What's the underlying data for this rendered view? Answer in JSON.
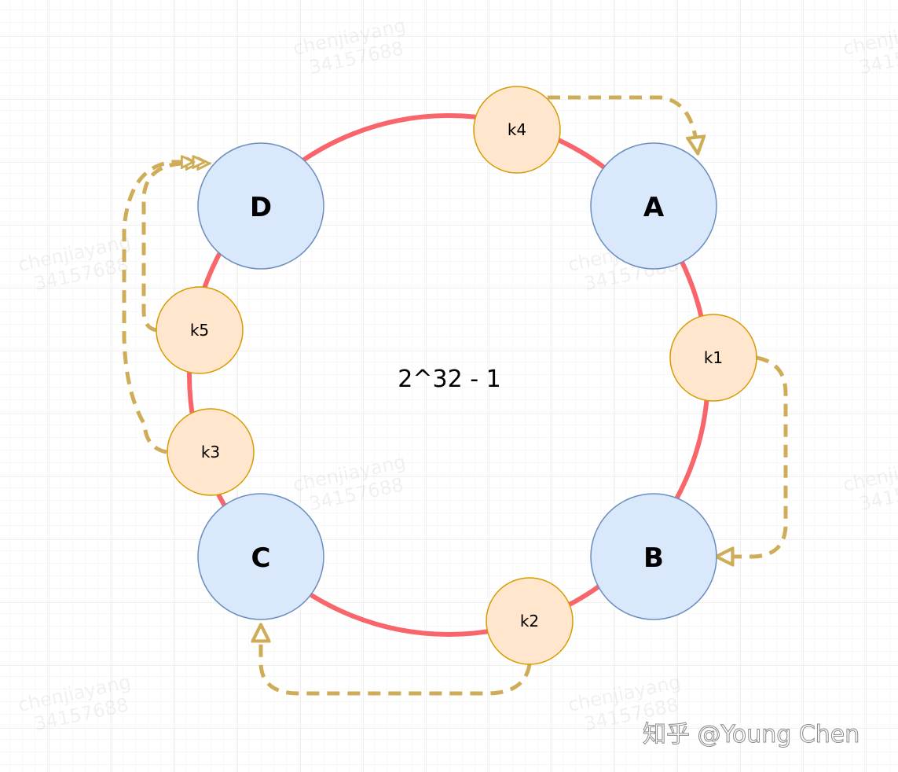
{
  "diagram": {
    "title": "Consistent hashing ring",
    "ring_label": "2^32 - 1",
    "nodes": [
      {
        "id": "A",
        "label": "A"
      },
      {
        "id": "B",
        "label": "B"
      },
      {
        "id": "C",
        "label": "C"
      },
      {
        "id": "D",
        "label": "D"
      }
    ],
    "keys": [
      {
        "id": "k1",
        "label": "k1",
        "maps_to": "B"
      },
      {
        "id": "k2",
        "label": "k2",
        "maps_to": "C"
      },
      {
        "id": "k3",
        "label": "k3",
        "maps_to": "D"
      },
      {
        "id": "k4",
        "label": "k4",
        "maps_to": "A"
      },
      {
        "id": "k5",
        "label": "k5",
        "maps_to": "D"
      }
    ],
    "watermark": {
      "line1": "chenjiayang",
      "line2": "34157688"
    },
    "credit": "知乎 @Young Chen",
    "colors": {
      "ring": "#f8656b",
      "node_fill": "#dae8fc",
      "node_stroke": "#6c8ebf",
      "key_fill": "#ffe6cc",
      "key_stroke": "#d79b00",
      "arrow": "#cfad58",
      "grid": "#e6e6e6"
    }
  }
}
